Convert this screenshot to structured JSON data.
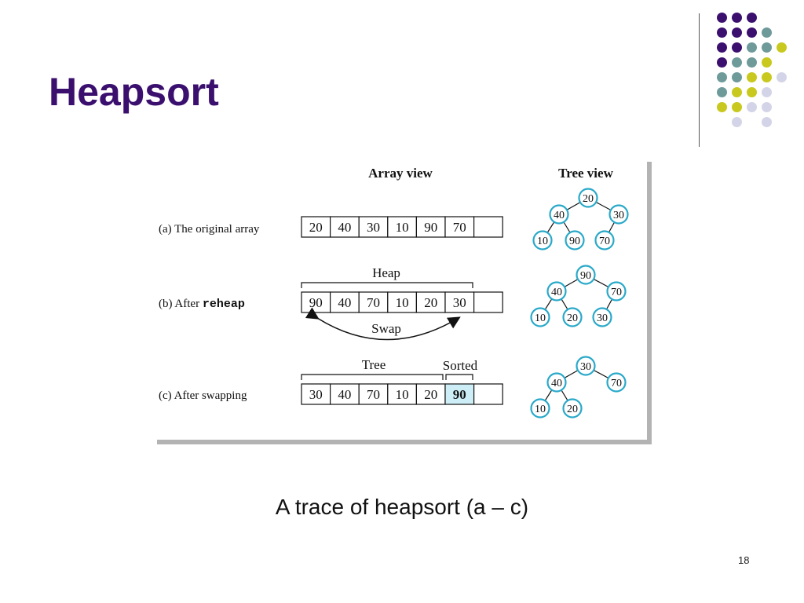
{
  "slide": {
    "title": "Heapsort",
    "caption": "A trace of heapsort (a – c)",
    "page_number": "18"
  },
  "colors": {
    "title": "#3b0f6e",
    "dot_purple": "#3b0f6e",
    "dot_teal": "#6e9a9a",
    "dot_yellow": "#c8c81e",
    "dot_lavender": "#d4d4e8",
    "node_stroke": "#2aa9c9",
    "sorted_fill": "#cdeef6"
  },
  "figure": {
    "array_view_heading": "Array view",
    "tree_view_heading": "Tree view",
    "rows": [
      {
        "label_prefix": "(a)  The original array",
        "label_code": "",
        "cells": [
          "20",
          "40",
          "30",
          "10",
          "90",
          "70",
          ""
        ],
        "tree": {
          "root": "20",
          "left": "40",
          "right": "30",
          "ll": "10",
          "lr": "90",
          "rl": "70"
        }
      },
      {
        "label_prefix": "(b)  After ",
        "label_code": "reheap",
        "bracket_label": "Heap",
        "swap_label": "Swap",
        "cells": [
          "90",
          "40",
          "70",
          "10",
          "20",
          "30",
          ""
        ],
        "tree": {
          "root": "90",
          "left": "40",
          "right": "70",
          "ll": "10",
          "lr": "20",
          "rl": "30"
        }
      },
      {
        "label_prefix": "(c)  After swapping",
        "label_code": "",
        "tree_bracket_label": "Tree",
        "sorted_bracket_label": "Sorted",
        "cells": [
          "30",
          "40",
          "70",
          "10",
          "20",
          "90",
          ""
        ],
        "sorted_index": 5,
        "tree": {
          "root": "30",
          "left": "40",
          "right": "70",
          "ll": "10",
          "lr": "20",
          "rl": ""
        }
      }
    ]
  }
}
